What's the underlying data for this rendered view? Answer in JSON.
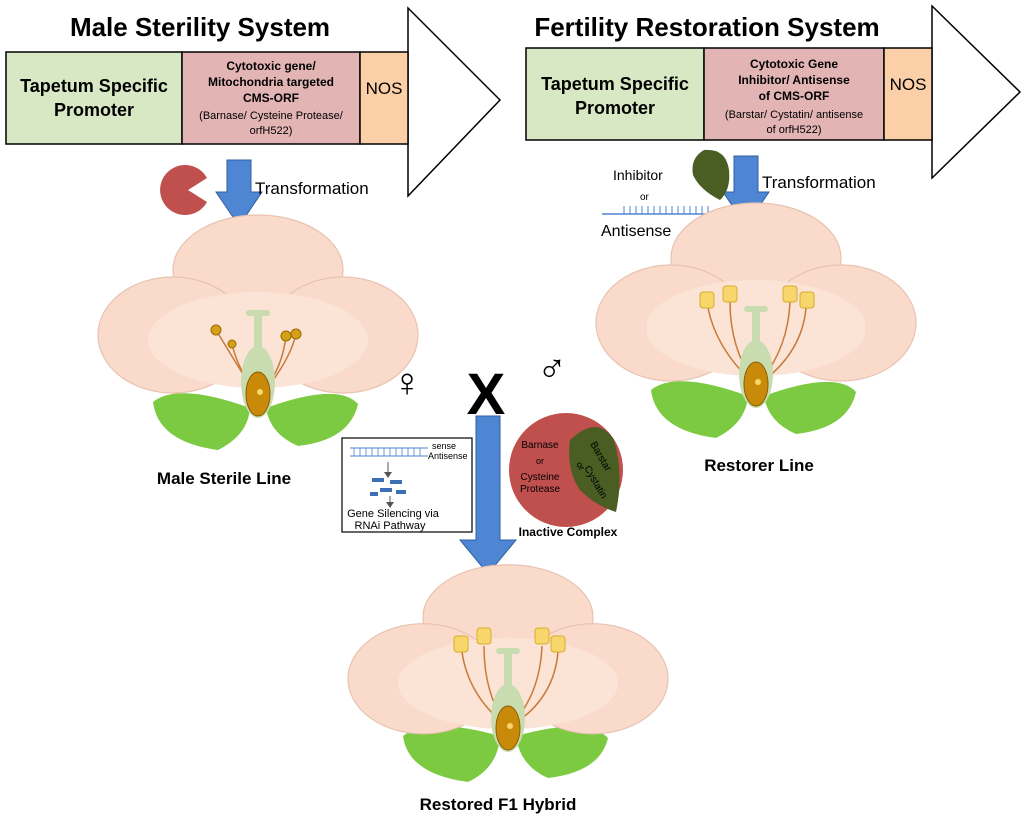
{
  "male_sterility": {
    "title": "Male Sterility System",
    "promoter": [
      "Tapetum Specific",
      "Promoter"
    ],
    "gene_bold": [
      "Cytotoxic gene/",
      "Mitochondria targeted",
      "CMS-ORF"
    ],
    "gene_small": [
      "(Barnase/ Cysteine Protease/",
      "orfH522)"
    ],
    "terminator": "NOS",
    "transformation": "Transformation",
    "line_label": "Male Sterile Line",
    "sex_symbol": "♀"
  },
  "fertility_restoration": {
    "title": "Fertility Restoration System",
    "promoter": [
      "Tapetum Specific",
      "Promoter"
    ],
    "gene_bold": [
      "Cytotoxic Gene",
      "Inhibitor/ Antisense",
      "of CMS-ORF"
    ],
    "gene_small": [
      "(Barstar/ Cystatin/ antisense",
      "of orfH522)"
    ],
    "terminator": "NOS",
    "transformation": "Transformation",
    "inhibitor": "Inhibitor",
    "or": "or",
    "antisense": "Antisense",
    "line_label": "Restorer Line",
    "sex_symbol": "♂"
  },
  "cross": {
    "symbol": "X",
    "rnai_box": {
      "sense": "sense",
      "antisense": "Antisense",
      "caption": [
        "Gene Silencing via",
        "RNAi Pathway"
      ]
    },
    "complex": {
      "left": [
        "Barnase",
        "or",
        "Cysteine",
        "Protease"
      ],
      "right_top": "Barstar",
      "right_or": "or",
      "right_bottom": "Cystatin",
      "caption": "Inactive Complex"
    },
    "hybrid_label": "Restored F1 Hybrid"
  },
  "colors": {
    "promoter_fill": "#d8e8c4",
    "gene_fill": "#e3b4b4",
    "nos_fill": "#fbcfa8",
    "arrow_blue": "#4f86d4",
    "pacman_red": "#c0504d",
    "inhibitor_green": "#4a5d23",
    "petal": "#fadbcb",
    "leaf": "#7cc942",
    "pistil": "#c8dcb0",
    "ovary": "#c98a0a",
    "anther_yellow": "#f7d66b",
    "filament": "#c87a3a"
  }
}
